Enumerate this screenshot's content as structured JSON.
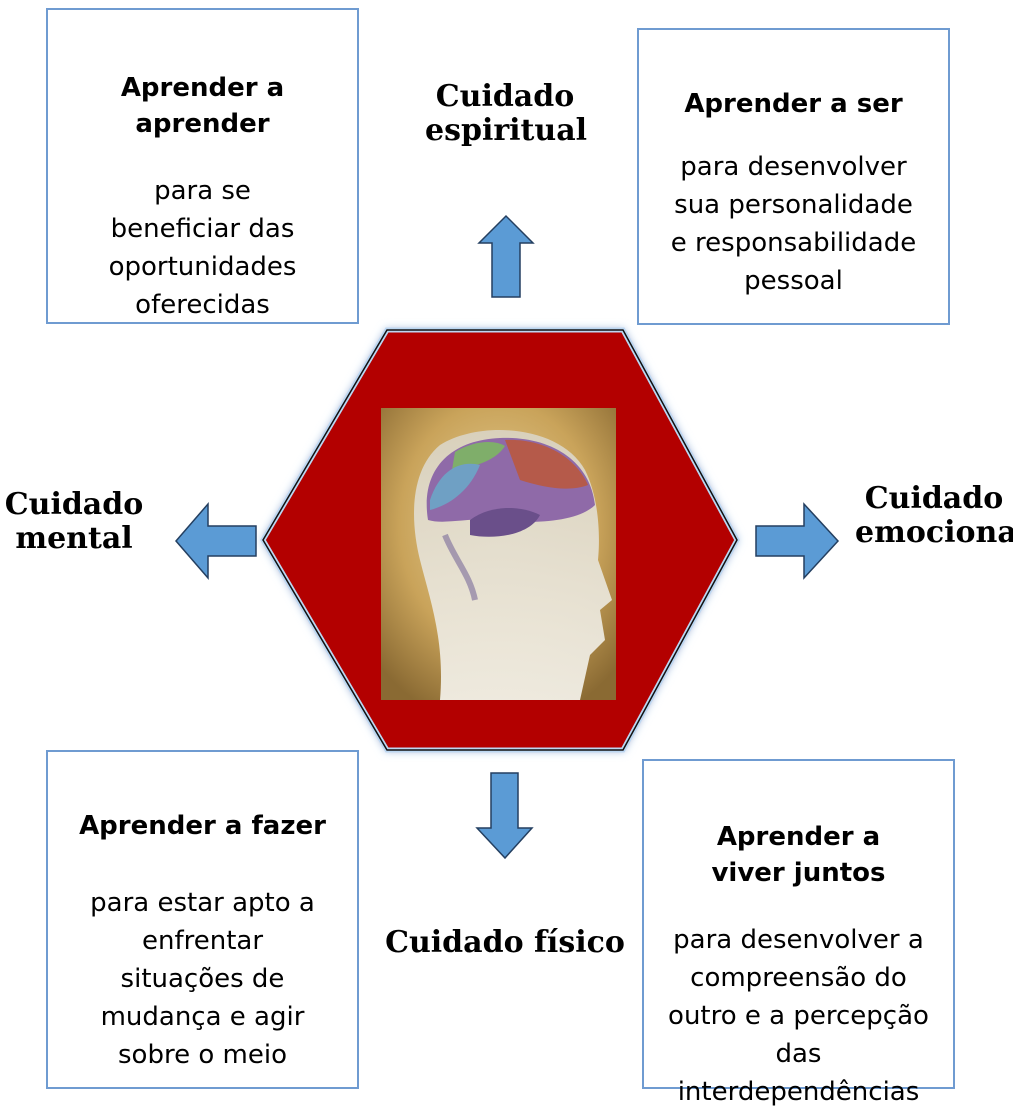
{
  "boxes": {
    "top_left": {
      "title": "Aprender a aprender",
      "text": "para se beneficiar das oportunidades oferecidas"
    },
    "top_right": {
      "title": "Aprender a ser",
      "text": "para desenvolver sua personalidade e responsabilidade pessoal"
    },
    "bottom_left": {
      "title": "Aprender a fazer",
      "text": "para estar apto a enfrentar situações de mudança e agir sobre o meio"
    },
    "bottom_right": {
      "title": "Aprender a viver juntos",
      "text": "para desenvolver a compreensão do outro e a percepção das interdependências"
    }
  },
  "cares": {
    "spiritual": "Cuidado espiritual",
    "mental": "Cuidado mental",
    "emotional": "Cuidado emocional",
    "physical": "Cuidado físico"
  },
  "center": {
    "image": "brain-head-illustration"
  },
  "colors": {
    "hexagon": "#b30000",
    "arrow": "#5b9bd5",
    "border": "#6f9bd1"
  }
}
